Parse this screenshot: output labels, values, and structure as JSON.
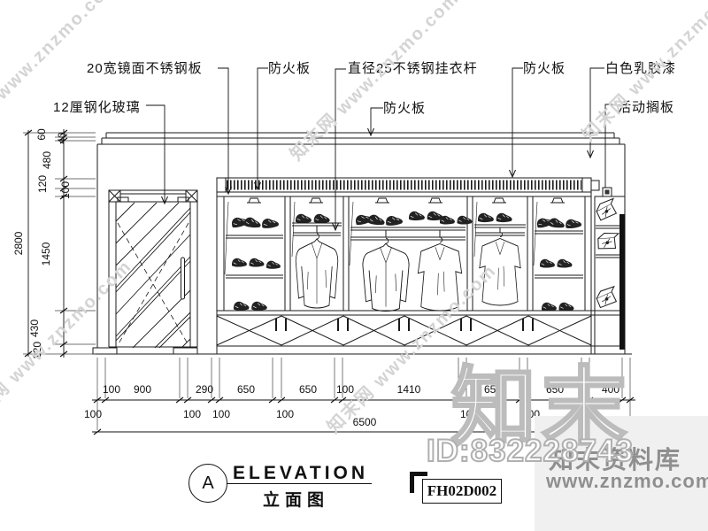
{
  "callouts": {
    "mirror_steel": "20宽镜面不锈钢板",
    "fire_board_1": "防火板",
    "hanger_rod": "直径25不锈钢挂衣杆",
    "fire_board_2": "防火板",
    "fire_board_3": "防火板",
    "white_paint": "白色乳胶漆",
    "tempered_glass": "12厘钢化玻璃",
    "movable_shelf": "活动搁板"
  },
  "dims": {
    "left_total": "2800",
    "left_chain": [
      "60",
      "40",
      "480",
      "120",
      "100",
      "1450",
      "430",
      "120"
    ],
    "bottom_row1": [
      "100",
      "900",
      "290",
      "650",
      "650",
      "100",
      "1410",
      "650",
      "650",
      "400"
    ],
    "bottom_row2": [
      "100",
      "100",
      "100",
      "100",
      "100",
      "100"
    ],
    "bottom_total": "6500"
  },
  "title_block": {
    "bubble_letter": "A",
    "title_en": "ELEVATION",
    "title_cn": "立面图",
    "drawing_no": "FH02D002"
  },
  "watermark": {
    "brand_large": "知末",
    "id_text": "ID:832228743",
    "library_text": "知末资料库",
    "site_url": "www.znzmo.com",
    "diagonal_text": "知末网 www.znzmo.com"
  },
  "colors": {
    "line": "#1a1a1a",
    "watermark_gray": "#bcbcbc",
    "panel_gray": "#f0f0f0"
  }
}
